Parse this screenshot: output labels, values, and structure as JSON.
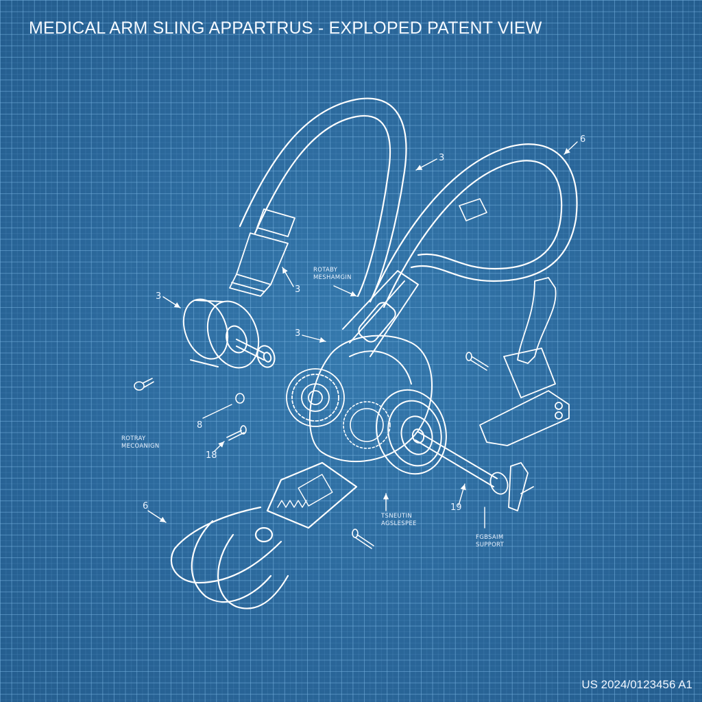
{
  "diagram": {
    "title": "MEDICAL ARM SLING APPARTRUS - EXPLOPED PATENT VIEW",
    "patent_number": "US 2024/0123456 A1",
    "colors": {
      "background": "#2a6496",
      "grid_line": "#78b4e1",
      "line_art": "#ffffff",
      "text": "#f2f8ff"
    },
    "reference_numerals": [
      {
        "id": "n1",
        "text": "3",
        "points_to": "upper-strap"
      },
      {
        "id": "n2",
        "text": "6",
        "points_to": "shoulder-loop"
      },
      {
        "id": "n3",
        "text": "3",
        "points_to": "strap-buckle"
      },
      {
        "id": "n4",
        "text": "3",
        "points_to": "rotary-hub"
      },
      {
        "id": "n5",
        "text": "3",
        "points_to": "gear-housing"
      },
      {
        "id": "n6",
        "text": "8",
        "points_to": "washer"
      },
      {
        "id": "n7",
        "text": "18",
        "points_to": "pin"
      },
      {
        "id": "n8",
        "text": "6",
        "points_to": "forearm-cradle"
      },
      {
        "id": "n9",
        "text": "19",
        "points_to": "axle-rod"
      }
    ],
    "captions": [
      {
        "id": "c1",
        "line1": "ROTABY",
        "line2": "MESHAMGIN"
      },
      {
        "id": "c2",
        "line1": "ROTRAY",
        "line2": "MECOANIGN"
      },
      {
        "id": "c3",
        "line1": "TSNEUTIN",
        "line2": "AGSLESPEE"
      },
      {
        "id": "c4",
        "line1": "FGBSAIM",
        "line2": "SUPPORT"
      }
    ],
    "components": [
      "upper-strap",
      "shoulder-loop",
      "strap-buckle",
      "rotary-hub",
      "gear-housing",
      "large-gear",
      "drive-disc",
      "axle-rod",
      "end-clamp",
      "side-clip",
      "forearm-cradle",
      "spring-cylinder",
      "screw",
      "washer",
      "pin"
    ]
  }
}
